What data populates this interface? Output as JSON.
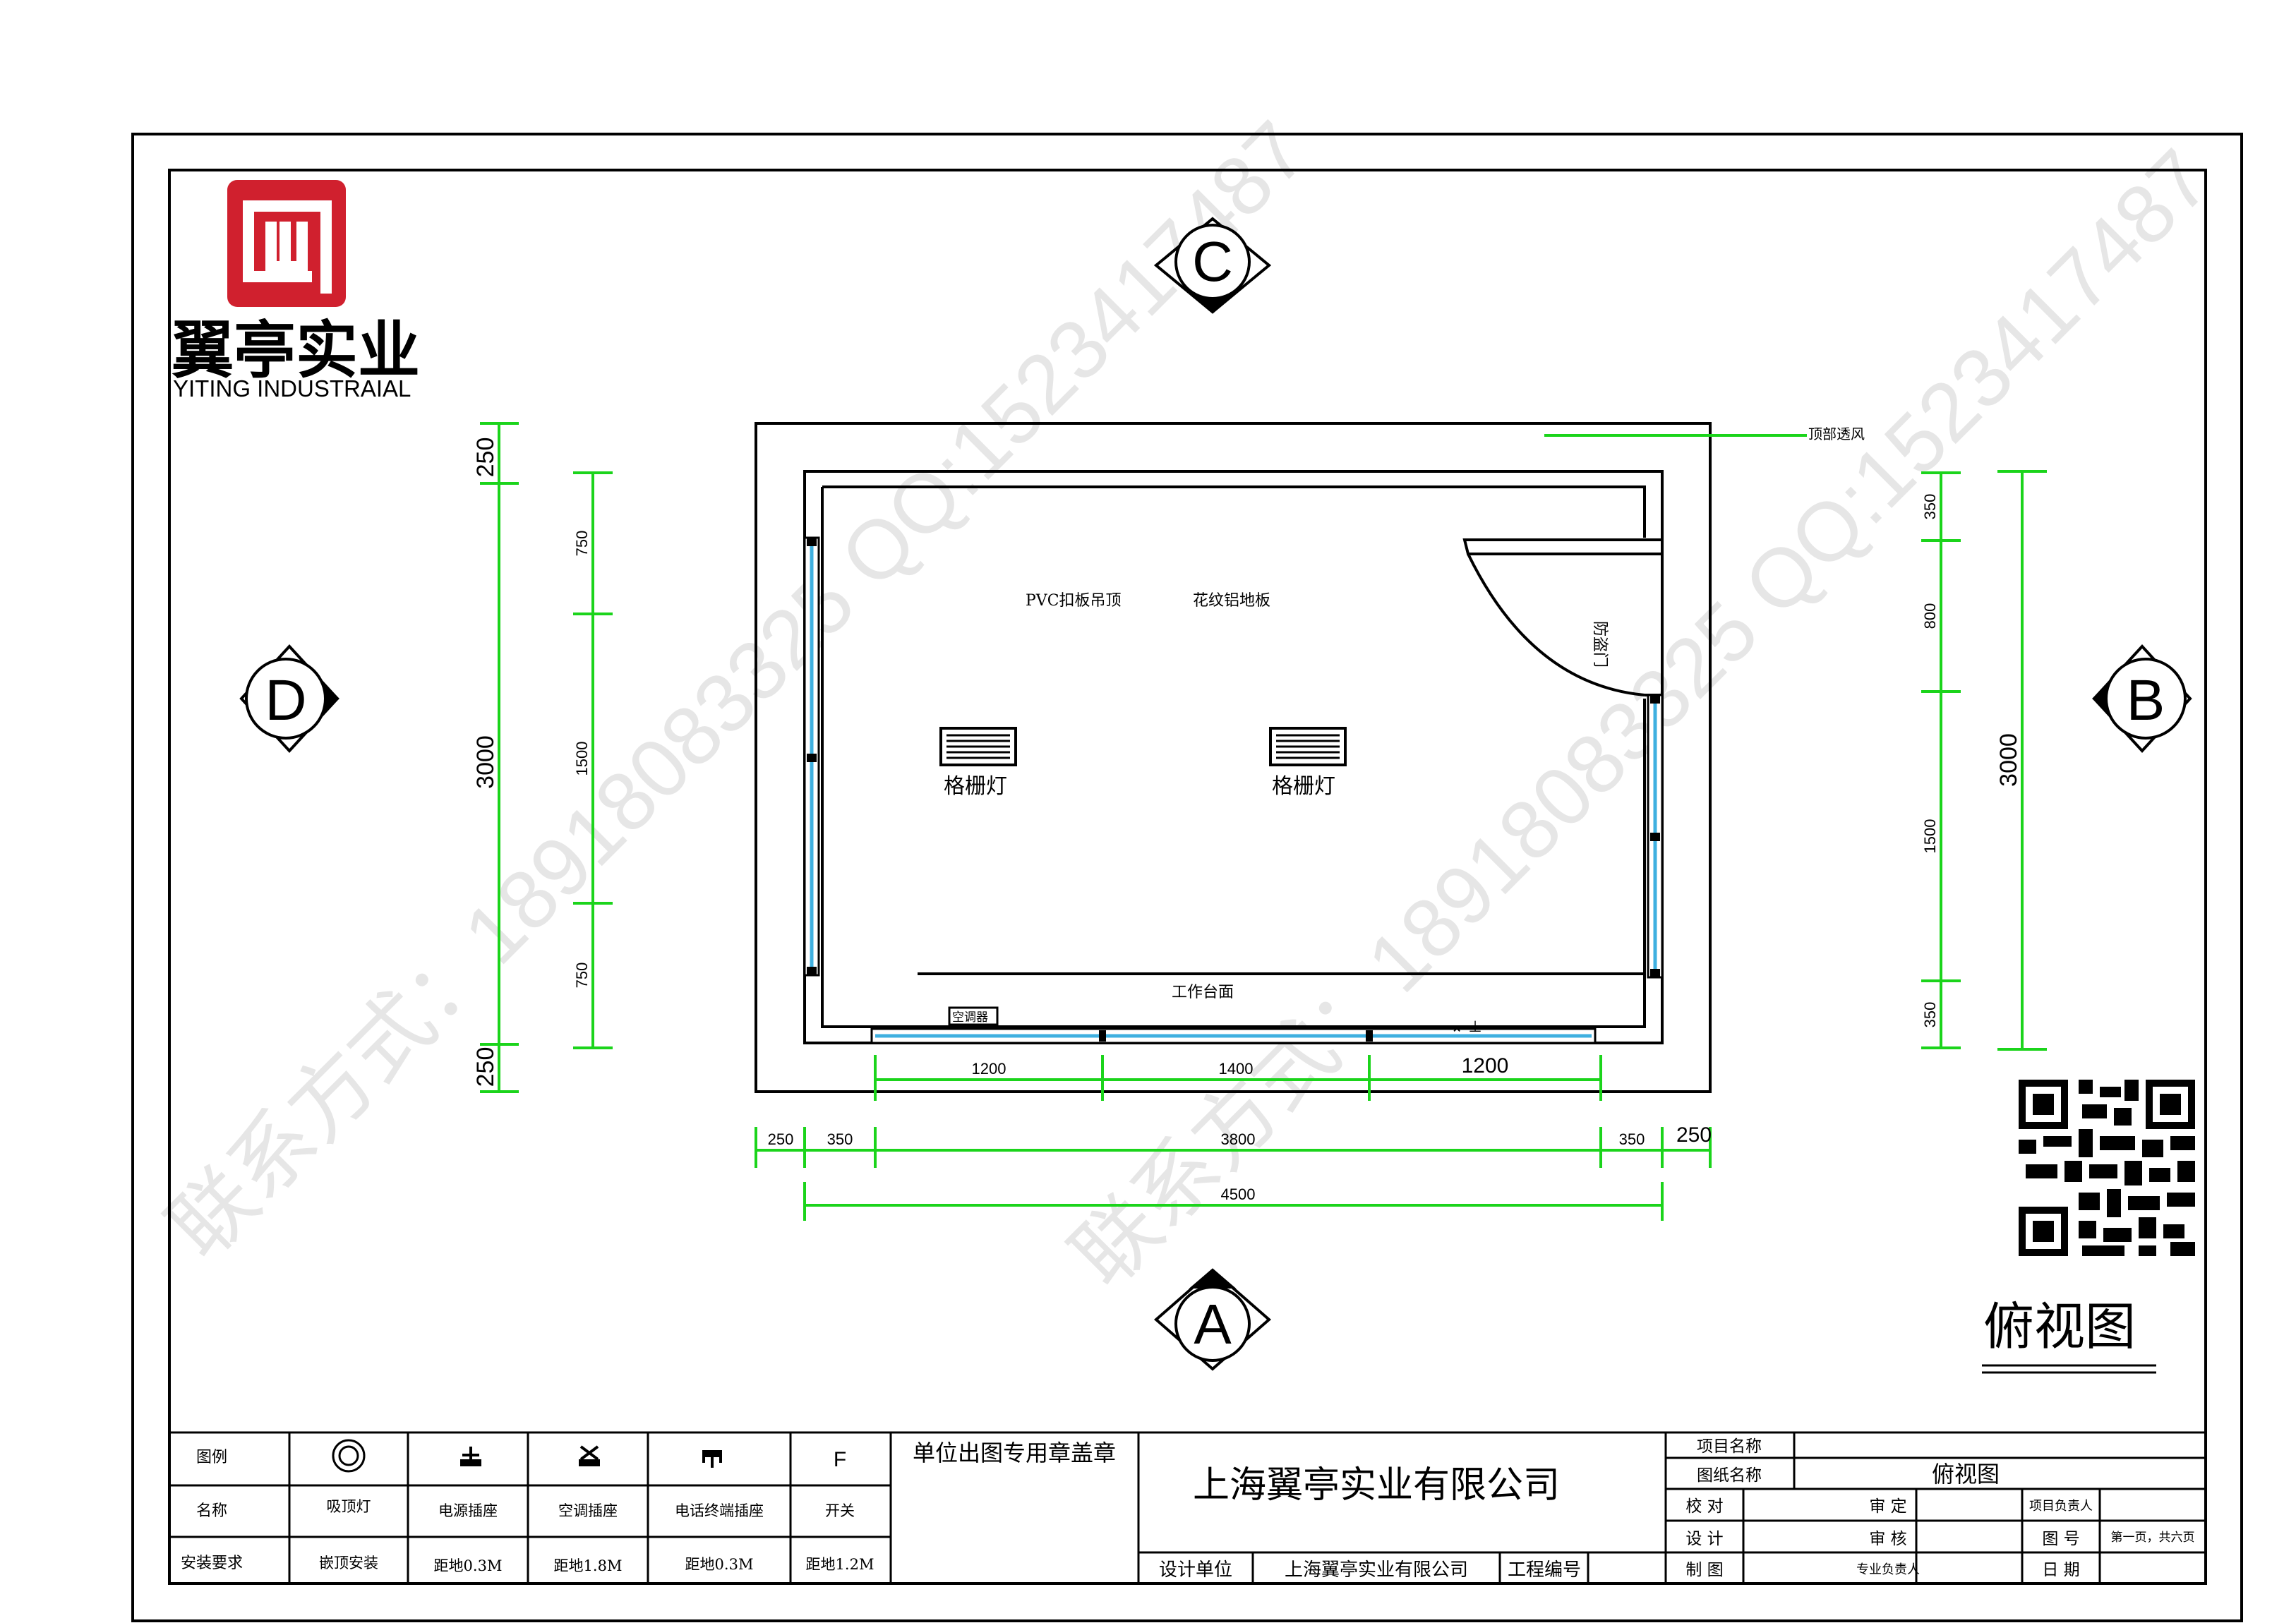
{
  "logo": {
    "name_cn": "翼亭实业",
    "name_en": "YITING INDUSTRAIAL",
    "color": "#d0202e"
  },
  "markers": {
    "top": "C",
    "left": "D",
    "right": "B",
    "bottom": "A"
  },
  "room_labels": {
    "ceiling_pvc": "PVC扣板吊顶",
    "floor": "花纹铝地板",
    "door": "防盗门",
    "light_1": "格栅灯",
    "light_2": "格栅灯",
    "workbench": "工作台面",
    "ac": "空调器",
    "top_vent": "顶部透风"
  },
  "dimensions": {
    "left_outer": [
      "250",
      "3000",
      "250"
    ],
    "left_inner": [
      "750",
      "1500",
      "750"
    ],
    "right_outer": "3000",
    "right_inner": [
      "350",
      "800",
      "1500",
      "350"
    ],
    "bottom_inner": [
      "1200",
      "1400",
      "1200"
    ],
    "bottom_row": [
      "250",
      "350",
      "3800",
      "350",
      "250"
    ],
    "bottom_total": "4500"
  },
  "view_title": "俯视图",
  "watermark": [
    "联系方式：18918083325 QQ:1523417487",
    "联系方式：18918083325 QQ:1523417487"
  ],
  "colors": {
    "dim": "#1bd41b",
    "line": "#000000",
    "window": "#3fb0e0",
    "logo": "#d0202e"
  },
  "title_block": {
    "legend": {
      "row_labels": [
        "图例",
        "名称",
        "安装要求"
      ],
      "symbols": [
        "ceiling-lamp-icon",
        "power-socket-icon",
        "ac-socket-icon",
        "phone-socket-icon",
        "F"
      ],
      "names": [
        "吸顶灯",
        "电源插座",
        "空调插座",
        "电话终端插座",
        "开关"
      ],
      "install": [
        "嵌顶安装",
        "距地0.3M",
        "距地1.8M",
        "距地0.3M",
        "距地1.2M"
      ]
    },
    "stamp_label": "单位出图专用章盖章",
    "company": "上海翼亭实业有限公司",
    "design_unit_label": "设计单位",
    "design_unit_value": "上海翼亭实业有限公司",
    "project_no_label": "工程编号",
    "project_name_label": "项目名称",
    "drawing_name_label": "图纸名称",
    "drawing_name_value": "俯视图",
    "check_label": "校  对",
    "approve_label": "审  定",
    "project_lead_label": "项目负责人",
    "design_label": "设  计",
    "review_label": "审  核",
    "drawing_no_label": "图  号",
    "page_info": "第一页，共六页",
    "draft_label": "制  图",
    "specialty_lead_label": "专业负责人",
    "date_label": "日  期"
  }
}
